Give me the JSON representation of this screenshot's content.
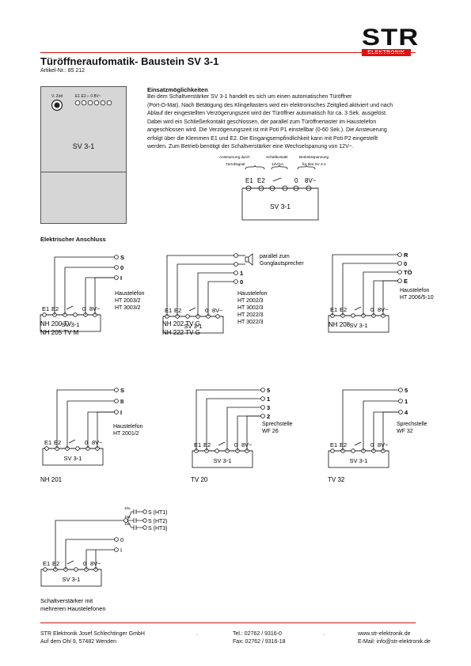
{
  "logo": {
    "big": "STR",
    "small": "ELEKTRONIK"
  },
  "header": {
    "title": "Türöffneraufomatik- Baustein SV 3-1",
    "article": "Artikel-Nr.: 85 212"
  },
  "device": {
    "label_vzeit": "V. Zeit",
    "terminals": "E1 E2  ⌐  0 8V~",
    "name": "SV 3-1"
  },
  "intro": {
    "heading": "Einsatzmöglichkeiten",
    "lines": [
      "Bei dem Schaltverstärker SV 3-1 handelt es sich um einen automatischen Türöffner",
      "(Port-O-Mat). Nach Betätigung des Klingeltasters wird ein elektronisches Zeitglied aktiviert und nach",
      "Ablauf der eingestellten Verzögerungszeit wird der Türöffner automatisch für ca. 3 Sek. ausgelöst.",
      "Dabei wird ein Schließerkontakt geschlossen, der parallel zum Türöffnertaster im Haustelefon",
      "angeschlossen wird. Die Verzögerungszeit ist mit Poti P1 einstellbar (0-60 Sek.). Die Ansteuerung",
      "erfolgt über die Klemmen E1 und E2. Die Eingangsempfindlichkeit kann mit Poti P2 eingestellt",
      "werden. Zum Betrieb benötigt der Schaltverstärker eine Wechselspanung von 12V~."
    ]
  },
  "topdiagram": {
    "ansteuerung": "Ansteuerung durch",
    "tuerruf": "Türrufsignal",
    "schaltkontakt": "Schaltkontakt",
    "rating": "12V/1A",
    "betrieb": "Betriebsspannung",
    "fuer": "für den SV 3-1",
    "terminals": [
      "E1",
      "E2",
      "0",
      "8V~"
    ],
    "name": "SV 3-1"
  },
  "anschluss_heading": "Elektrischer Anschluss",
  "diagrams": [
    {
      "terms": [
        "S",
        "0",
        "I"
      ],
      "desc": [
        "Haustelefon",
        "HT 2003/2",
        "HT 3003/2"
      ],
      "models": [
        "NH 200 TV",
        "NH 205 TV M"
      ]
    },
    {
      "terms": [
        "",
        "",
        "1",
        "0"
      ],
      "parallel": [
        "parallel zum",
        "Gonglautsprecher"
      ],
      "desc": [
        "Haustelefon",
        "HT 2002/3",
        "HT 3002/3",
        "HT 2022/3",
        "HT 3022/3"
      ],
      "models": [
        "NH 202 TV G",
        "NH 222 TV G"
      ]
    },
    {
      "terms": [
        "R",
        "0",
        "TÖ",
        "E"
      ],
      "desc": [
        "Haustelefon",
        "HT 2006/5-10"
      ],
      "models": [
        "NH 208"
      ]
    },
    {
      "terms": [
        "S",
        "II",
        "I"
      ],
      "desc": [
        "Haustelefon",
        "HT 2001/2"
      ],
      "models": [
        "NH 201"
      ]
    },
    {
      "terms": [
        "5",
        "1",
        "3",
        "2"
      ],
      "desc": [
        "Sprechstelle",
        "WF 26"
      ],
      "models": [
        "TV 20"
      ]
    },
    {
      "terms": [
        "5",
        "1",
        "4"
      ],
      "desc": [
        "Sprechstelle",
        "WF 32"
      ],
      "models": [
        "TV 32"
      ]
    },
    {
      "terms": [
        "S (HT1)",
        "S (HT2)",
        "S (HT3)",
        "0",
        "I"
      ],
      "caps": [
        "10u",
        "10u",
        "10u"
      ],
      "models": [
        "Schaltverstärker mit",
        "mehreren Haustelefonen"
      ]
    }
  ],
  "sv_terminals": [
    "E1",
    "E2",
    "0",
    "8V~"
  ],
  "sv_name": "SV 3-1",
  "footer": {
    "company": "STR Elektronik Josef Schlechtinger GmbH",
    "address": "Auf dem Ohl 9, 57482 Wenden",
    "dot1": ".",
    "tel": "Tel.: 02762 / 9316-0",
    "fax": "Fax: 02762 / 9316-18",
    "dot2": ".",
    "web": "www.str-elektronik.de",
    "email": "E-Mail: info@str-elektronik.de"
  },
  "colors": {
    "accent": "#dd1111"
  }
}
